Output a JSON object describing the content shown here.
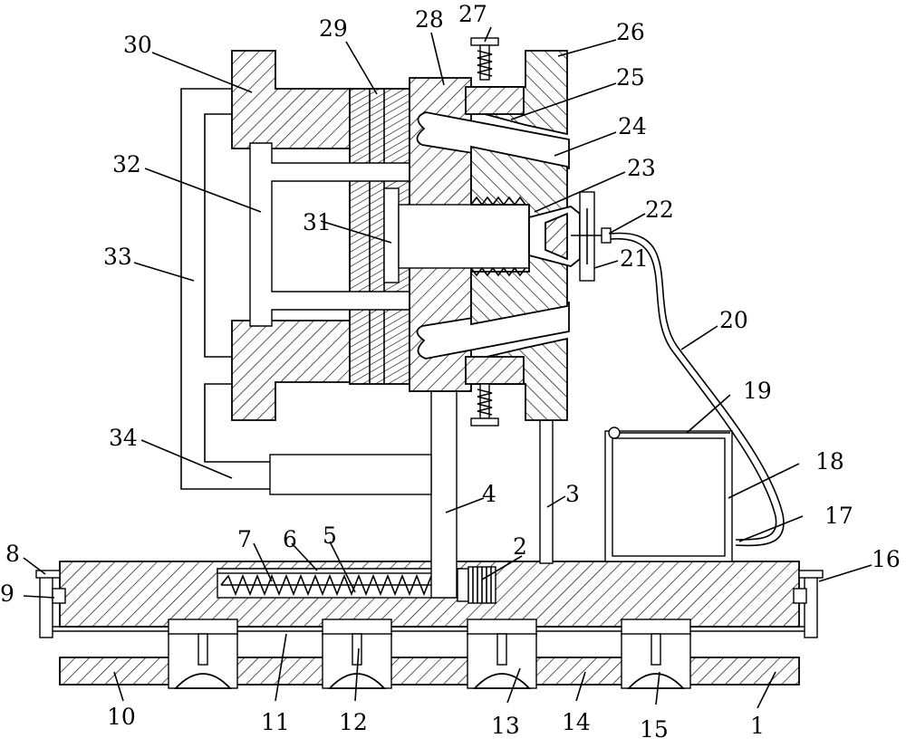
{
  "labels": [
    "1",
    "2",
    "3",
    "4",
    "5",
    "6",
    "7",
    "8",
    "9",
    "10",
    "11",
    "12",
    "13",
    "14",
    "15",
    "16",
    "17",
    "18",
    "19",
    "20",
    "21",
    "22",
    "23",
    "24",
    "25",
    "26",
    "27",
    "28",
    "29",
    "30",
    "31",
    "32",
    "33",
    "34"
  ],
  "colors": {
    "line": "#000000",
    "background": "#ffffff"
  }
}
